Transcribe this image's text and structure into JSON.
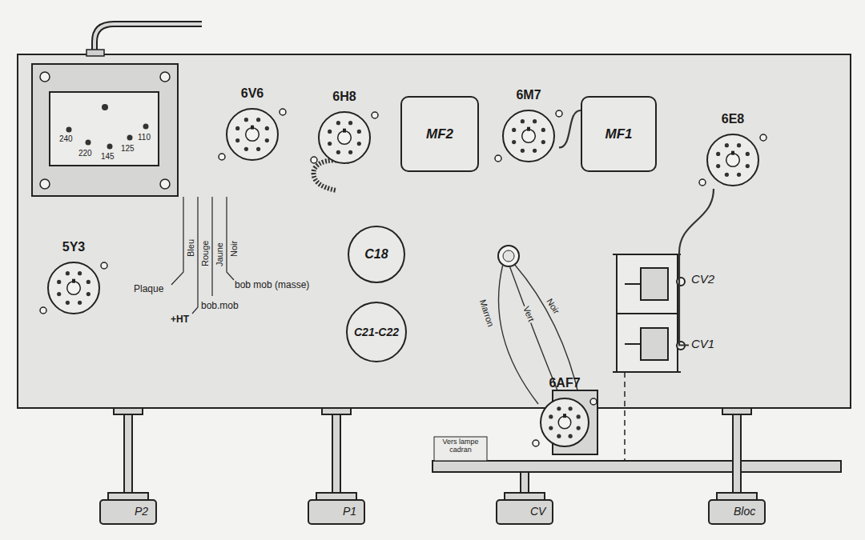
{
  "diagram": {
    "nodes": [
      {
        "text": [
          "6V6"
        ]
      },
      {
        "text": [
          "6H8"
        ]
      },
      {
        "text": [
          "MF2"
        ]
      },
      {
        "text": [
          "6M7"
        ]
      },
      {
        "text": [
          "MF1"
        ]
      },
      {
        "text": [
          "6E8"
        ]
      },
      {
        "text": [
          "5Y3"
        ]
      },
      {
        "text": [
          "C18"
        ]
      },
      {
        "text": [
          "CV2"
        ]
      },
      {
        "text": [
          "C21-C22"
        ]
      },
      {
        "text": [
          "CV1"
        ]
      },
      {
        "text": [
          "6AF7"
        ]
      }
    ],
    "edges": [
      {
        "from": 3,
        "to": 4,
        "arrow": "none"
      },
      {
        "from": 5,
        "to": 10,
        "arrow": "none"
      }
    ],
    "labels": [
      "240",
      "220",
      "145",
      "125",
      "110",
      "Bleu",
      "Rouge",
      "Jaune",
      "Noir",
      "Plaque",
      "+HT",
      "bob.mob",
      "bob mob (masse)",
      "Marron",
      "Vert",
      "Noir",
      "Vers lampe cadran",
      "P2",
      "P1",
      "CV",
      "Bloc"
    ]
  }
}
